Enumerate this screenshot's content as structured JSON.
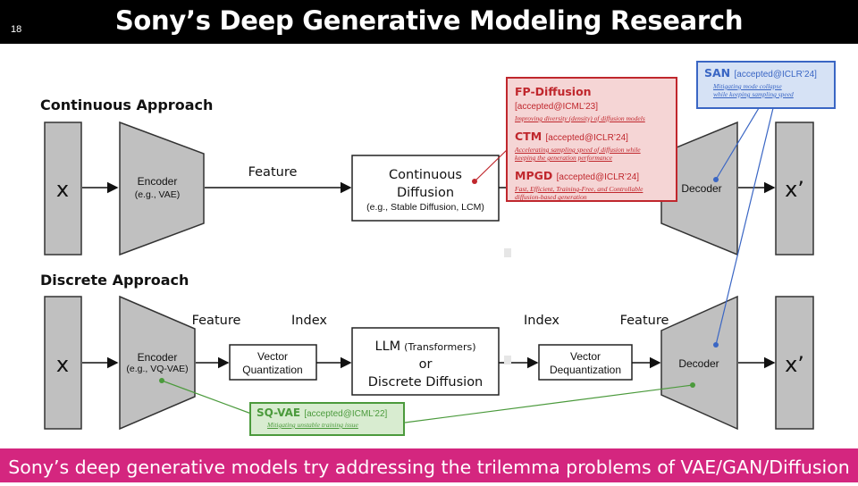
{
  "header": {
    "slide_number": "18",
    "title": "Sony’s Deep Generative Modeling Research"
  },
  "continuous": {
    "section_label": "Continuous Approach",
    "input": "x",
    "encoder": "Encoder",
    "encoder_example": "(e.g., VAE)",
    "feature_label": "Feature",
    "diffusion_line1": "Continuous",
    "diffusion_line2": "Diffusion",
    "diffusion_example": "(e.g., Stable Diffusion, LCM)",
    "decoder": "Decoder",
    "output": "x’"
  },
  "discrete": {
    "section_label": "Discrete Approach",
    "input": "x",
    "encoder": "Encoder",
    "encoder_example": "(e.g., VQ-VAE)",
    "feature_label_left": "Feature",
    "index_label_left": "Index",
    "vq_line1": "Vector",
    "vq_line2": "Quantization",
    "llm_line1": "LLM",
    "llm_paren": "(Transformers)",
    "llm_line2": "or",
    "llm_line3": "Discrete Diffusion",
    "index_label_right": "Index",
    "feature_label_right": "Feature",
    "vdq_line1": "Vector",
    "vdq_line2": "Dequantization",
    "decoder": "Decoder",
    "output": "x’"
  },
  "callouts": {
    "diffusion_research": [
      {
        "name": "FP-Diffusion",
        "tag": "[accepted@ICML’23]",
        "desc": [
          "Improving diversity (density) of diffusion models"
        ]
      },
      {
        "name": "CTM",
        "tag": "[accepted@ICLR’24]",
        "desc": [
          "Accelerating sampling speed of diffusion while",
          "keeping the generation performance"
        ]
      },
      {
        "name": "MPGD",
        "tag": "[accepted@ICLR’24]",
        "desc": [
          "Fast, Efficient, Training-Free, and Controllable",
          "diffusion-based generation"
        ]
      }
    ],
    "san": {
      "name": "SAN",
      "tag": "[accepted@ICLR’24]",
      "desc": [
        "Mitigating mode collapse",
        "while keeping sampling speed"
      ]
    },
    "sqvae": {
      "name": "SQ-VAE",
      "tag": "[accepted@ICML’22]",
      "desc": [
        "Mitigating unstable training issue"
      ]
    }
  },
  "footer": {
    "text": "Sony’s deep generative models try addressing the trilemma problems of VAE/GAN/Diffusion"
  },
  "colors": {
    "header_bg": "#000000",
    "footer_bg": "#d4267f",
    "red_accent": "#c0272d",
    "blue_accent": "#3a66c4",
    "green_accent": "#4b9a3c",
    "block_gray": "#c0c0c0"
  }
}
